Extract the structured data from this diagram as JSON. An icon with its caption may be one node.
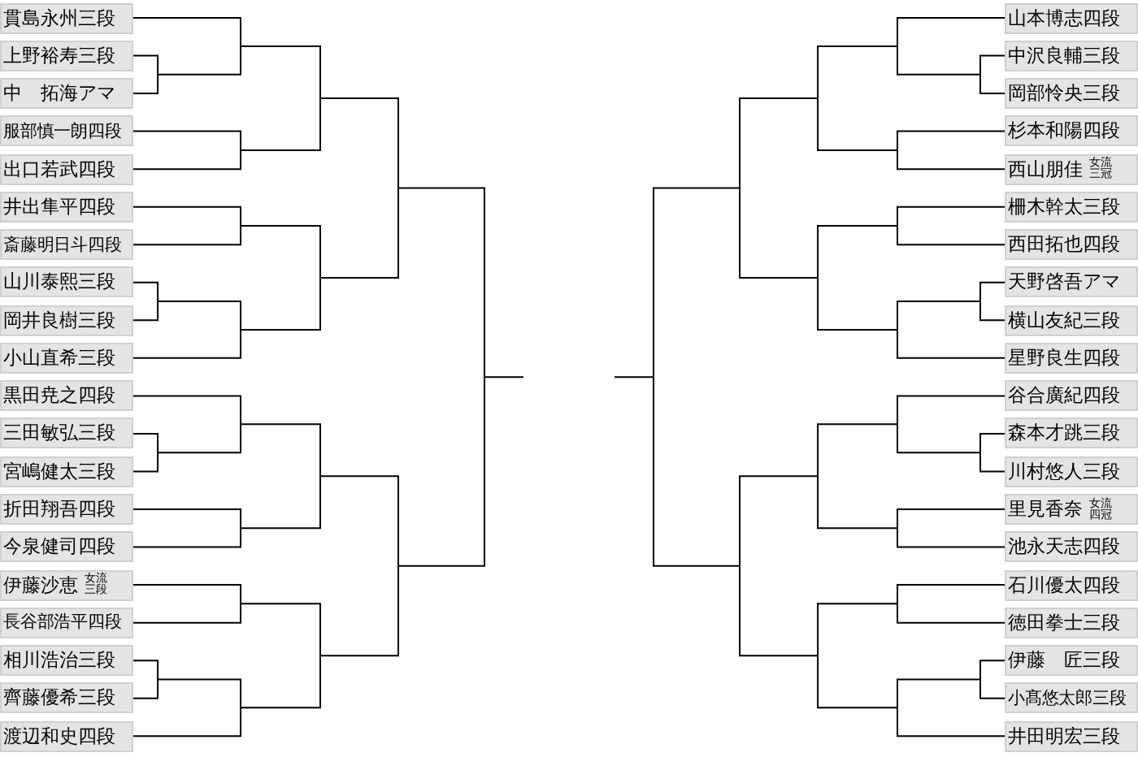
{
  "diagram": {
    "nodes": [
      {
        "text": [
          "貫島永州三段"
        ]
      },
      {
        "text": [
          "上野裕寿三段"
        ]
      },
      {
        "text": [
          "中　拓海アマ"
        ]
      },
      {
        "text": [
          "服部慎一朗四段"
        ]
      },
      {
        "text": [
          "出口若武四段"
        ]
      },
      {
        "text": [
          "井出隼平四段"
        ]
      },
      {
        "text": [
          "斎藤明日斗四段"
        ]
      },
      {
        "text": [
          "山川泰熙三段"
        ]
      },
      {
        "text": [
          "岡井良樹三段"
        ]
      },
      {
        "text": [
          "小山直希三段"
        ]
      },
      {
        "text": [
          "黒田尭之四段"
        ]
      },
      {
        "text": [
          "三田敏弘三段"
        ]
      },
      {
        "text": [
          "宮嶋健太三段"
        ]
      },
      {
        "text": [
          "折田翔吾四段"
        ]
      },
      {
        "text": [
          "今泉健司四段"
        ]
      },
      {
        "text": [
          "伊藤沙恵",
          "女流三段"
        ]
      },
      {
        "text": [
          "長谷部浩平四段"
        ]
      },
      {
        "text": [
          "相川浩治三段"
        ]
      },
      {
        "text": [
          "齊藤優希三段"
        ]
      },
      {
        "text": [
          "渡辺和史四段"
        ]
      },
      {
        "text": [
          "山本博志四段"
        ]
      },
      {
        "text": [
          "中沢良輔三段"
        ]
      },
      {
        "text": [
          "岡部怜央三段"
        ]
      },
      {
        "text": [
          "杉本和陽四段"
        ]
      },
      {
        "text": [
          "西山朋佳",
          "女流三冠"
        ]
      },
      {
        "text": [
          "柵木幹太三段"
        ]
      },
      {
        "text": [
          "西田拓也四段"
        ]
      },
      {
        "text": [
          "天野啓吾アマ"
        ]
      },
      {
        "text": [
          "横山友紀三段"
        ]
      },
      {
        "text": [
          "星野良生四段"
        ]
      },
      {
        "text": [
          "谷合廣紀四段"
        ]
      },
      {
        "text": [
          "森本才跳三段"
        ]
      },
      {
        "text": [
          "川村悠人三段"
        ]
      },
      {
        "text": [
          "里見香奈",
          "女流四冠"
        ]
      },
      {
        "text": [
          "池永天志四段"
        ]
      },
      {
        "text": [
          "石川優太四段"
        ]
      },
      {
        "text": [
          "徳田拳士三段"
        ]
      },
      {
        "text": [
          "伊藤　匠三段"
        ]
      },
      {
        "text": [
          "小髙悠太郎三段"
        ]
      },
      {
        "text": [
          "井田明宏三段"
        ]
      }
    ]
  }
}
